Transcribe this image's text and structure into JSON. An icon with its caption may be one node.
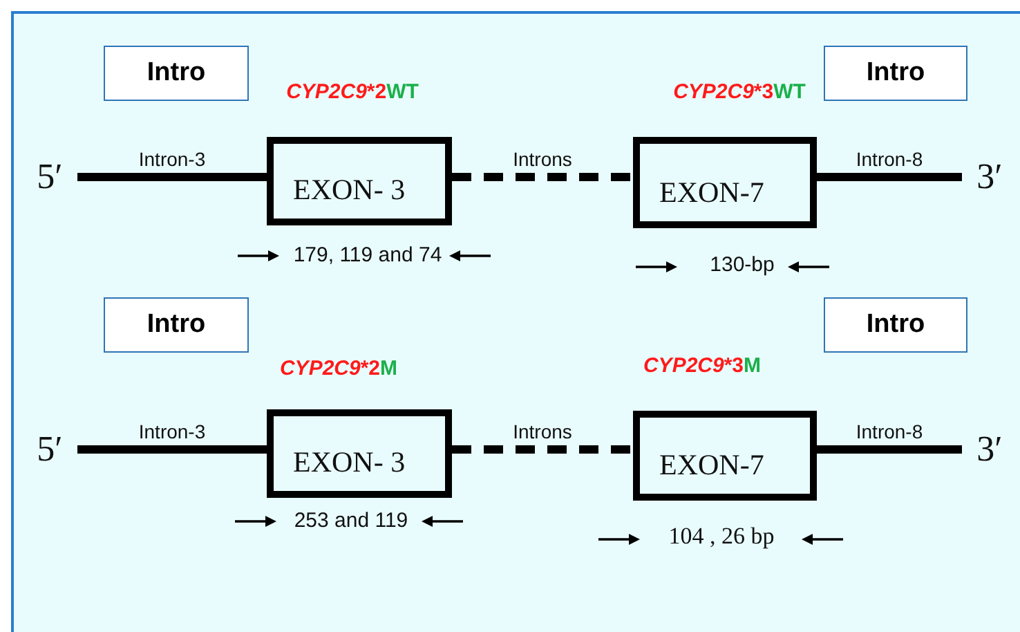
{
  "diagram": {
    "nodes": [
      {
        "text": [
          "Intro"
        ]
      },
      {
        "text": [
          "Intro"
        ]
      },
      {
        "text": [
          "5′"
        ]
      },
      {
        "text": [
          "EXON- 3"
        ],
        "beside": [
          "179, 119 and 74"
        ]
      },
      {
        "text": [
          "EXON-7"
        ],
        "beside": [
          "130-bp"
        ]
      },
      {
        "text": [
          "3′"
        ]
      },
      {
        "text": [
          "Intro"
        ]
      },
      {
        "text": [
          "Intro"
        ]
      },
      {
        "text": [
          "5′"
        ]
      },
      {
        "text": [
          "EXON- 3"
        ],
        "beside": [
          "253 and 119"
        ]
      },
      {
        "text": [
          "EXON-7"
        ],
        "beside": [
          "104 , 26 bp"
        ]
      },
      {
        "text": [
          "3′"
        ]
      }
    ],
    "edges": [
      {
        "from": 2,
        "to": 3,
        "arrow": "none",
        "label": "Intron-3"
      },
      {
        "from": 3,
        "to": 4,
        "arrow": "none",
        "label": "Introns",
        "style": "dashed"
      },
      {
        "from": 4,
        "to": 5,
        "arrow": "none",
        "label": "Intron-8"
      },
      {
        "from": 8,
        "to": 9,
        "arrow": "none",
        "label": "Intron-3"
      },
      {
        "from": 9,
        "to": 10,
        "arrow": "none",
        "label": "Introns",
        "style": "dashed"
      },
      {
        "from": 10,
        "to": 11,
        "arrow": "none",
        "label": "Intron-8"
      }
    ],
    "labels": [
      "CYP2C9*2WT",
      "CYP2C9*3WT",
      "CYP2C9*2M",
      "CYP2C9*3M"
    ]
  }
}
